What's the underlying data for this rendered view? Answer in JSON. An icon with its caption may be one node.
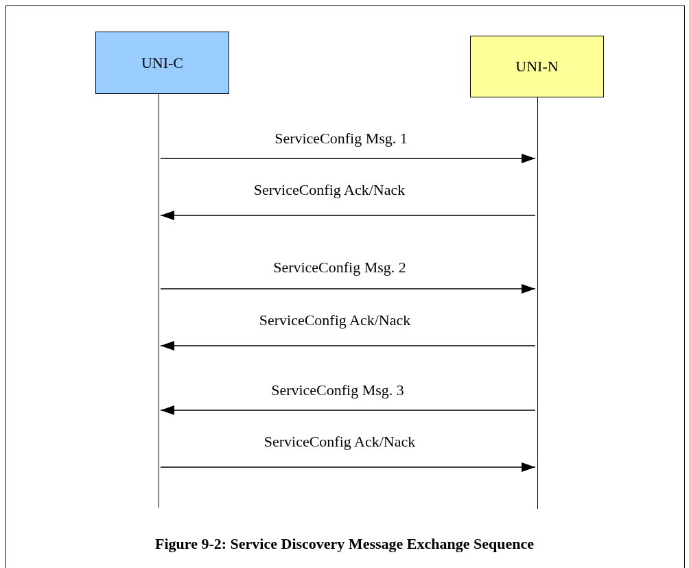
{
  "diagram": {
    "caption": "Figure 9-2: Service Discovery Message Exchange Sequence",
    "nodes": [
      {
        "text": [
          "UNI-C"
        ]
      },
      {
        "text": [
          "UNI-N"
        ]
      },
      {
        "text": [],
        "shape": "line"
      },
      {
        "text": [],
        "shape": "line"
      }
    ],
    "edges": [
      {
        "from": 2,
        "to": 3,
        "arrow": "to",
        "label": "ServiceConfig Msg. 1"
      },
      {
        "from": 3,
        "to": 2,
        "arrow": "to",
        "label": "ServiceConfig Ack/Nack"
      },
      {
        "from": 2,
        "to": 3,
        "arrow": "to",
        "label": "ServiceConfig Msg. 2"
      },
      {
        "from": 3,
        "to": 2,
        "arrow": "to",
        "label": "ServiceConfig Ack/Nack"
      },
      {
        "from": 3,
        "to": 2,
        "arrow": "to",
        "label": "ServiceConfig Msg. 3"
      },
      {
        "from": 2,
        "to": 3,
        "arrow": "to",
        "label": "ServiceConfig Ack/Nack"
      }
    ]
  }
}
